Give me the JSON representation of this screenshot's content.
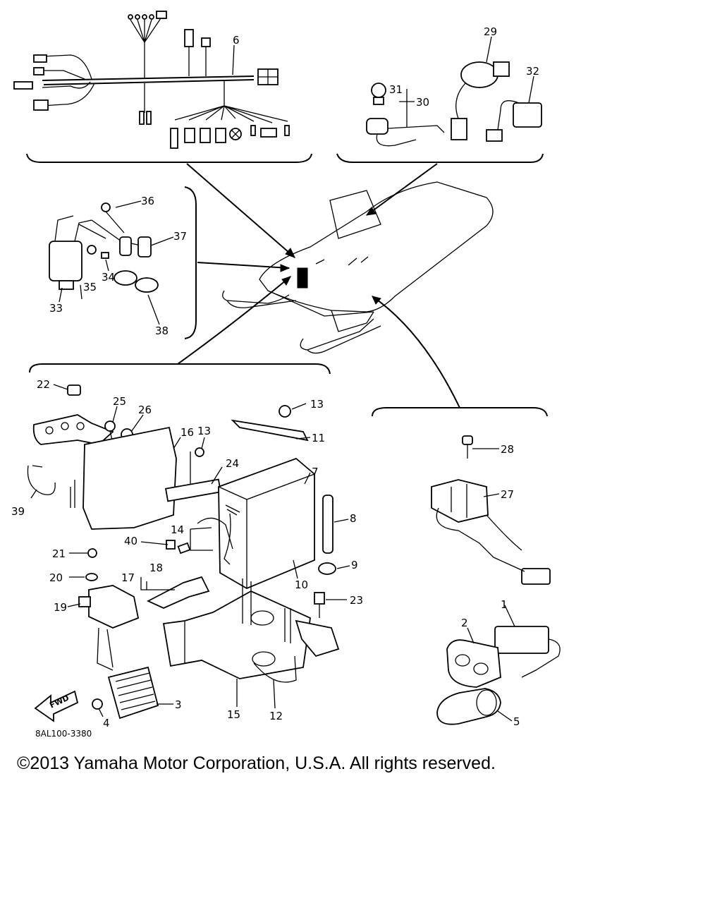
{
  "diagram": {
    "callouts": [
      {
        "id": "c1",
        "text": "1"
      },
      {
        "id": "c2",
        "text": "2"
      },
      {
        "id": "c3",
        "text": "3"
      },
      {
        "id": "c4",
        "text": "4"
      },
      {
        "id": "c5",
        "text": "5"
      },
      {
        "id": "c6",
        "text": "6"
      },
      {
        "id": "c7",
        "text": "7"
      },
      {
        "id": "c8",
        "text": "8"
      },
      {
        "id": "c9",
        "text": "9"
      },
      {
        "id": "c10",
        "text": "10"
      },
      {
        "id": "c11",
        "text": "11"
      },
      {
        "id": "c12",
        "text": "12"
      },
      {
        "id": "c13a",
        "text": "13"
      },
      {
        "id": "c13b",
        "text": "13"
      },
      {
        "id": "c14",
        "text": "14"
      },
      {
        "id": "c15",
        "text": "15"
      },
      {
        "id": "c16",
        "text": "16"
      },
      {
        "id": "c17",
        "text": "17"
      },
      {
        "id": "c18",
        "text": "18"
      },
      {
        "id": "c19",
        "text": "19"
      },
      {
        "id": "c20",
        "text": "20"
      },
      {
        "id": "c21",
        "text": "21"
      },
      {
        "id": "c22",
        "text": "22"
      },
      {
        "id": "c23",
        "text": "23"
      },
      {
        "id": "c24",
        "text": "24"
      },
      {
        "id": "c25",
        "text": "25"
      },
      {
        "id": "c26",
        "text": "26"
      },
      {
        "id": "c27",
        "text": "27"
      },
      {
        "id": "c28",
        "text": "28"
      },
      {
        "id": "c29",
        "text": "29"
      },
      {
        "id": "c30",
        "text": "30"
      },
      {
        "id": "c31",
        "text": "31"
      },
      {
        "id": "c32",
        "text": "32"
      },
      {
        "id": "c33",
        "text": "33"
      },
      {
        "id": "c34",
        "text": "34"
      },
      {
        "id": "c35",
        "text": "35"
      },
      {
        "id": "c36",
        "text": "36"
      },
      {
        "id": "c37",
        "text": "37"
      },
      {
        "id": "c38",
        "text": "38"
      },
      {
        "id": "c39",
        "text": "39"
      },
      {
        "id": "c40",
        "text": "40"
      }
    ],
    "fwd_label": "FWD",
    "drawing_code": "8AL100-3380"
  },
  "footer": {
    "copyright": "©2013 Yamaha Motor Corporation, U.S.A. All rights reserved."
  }
}
